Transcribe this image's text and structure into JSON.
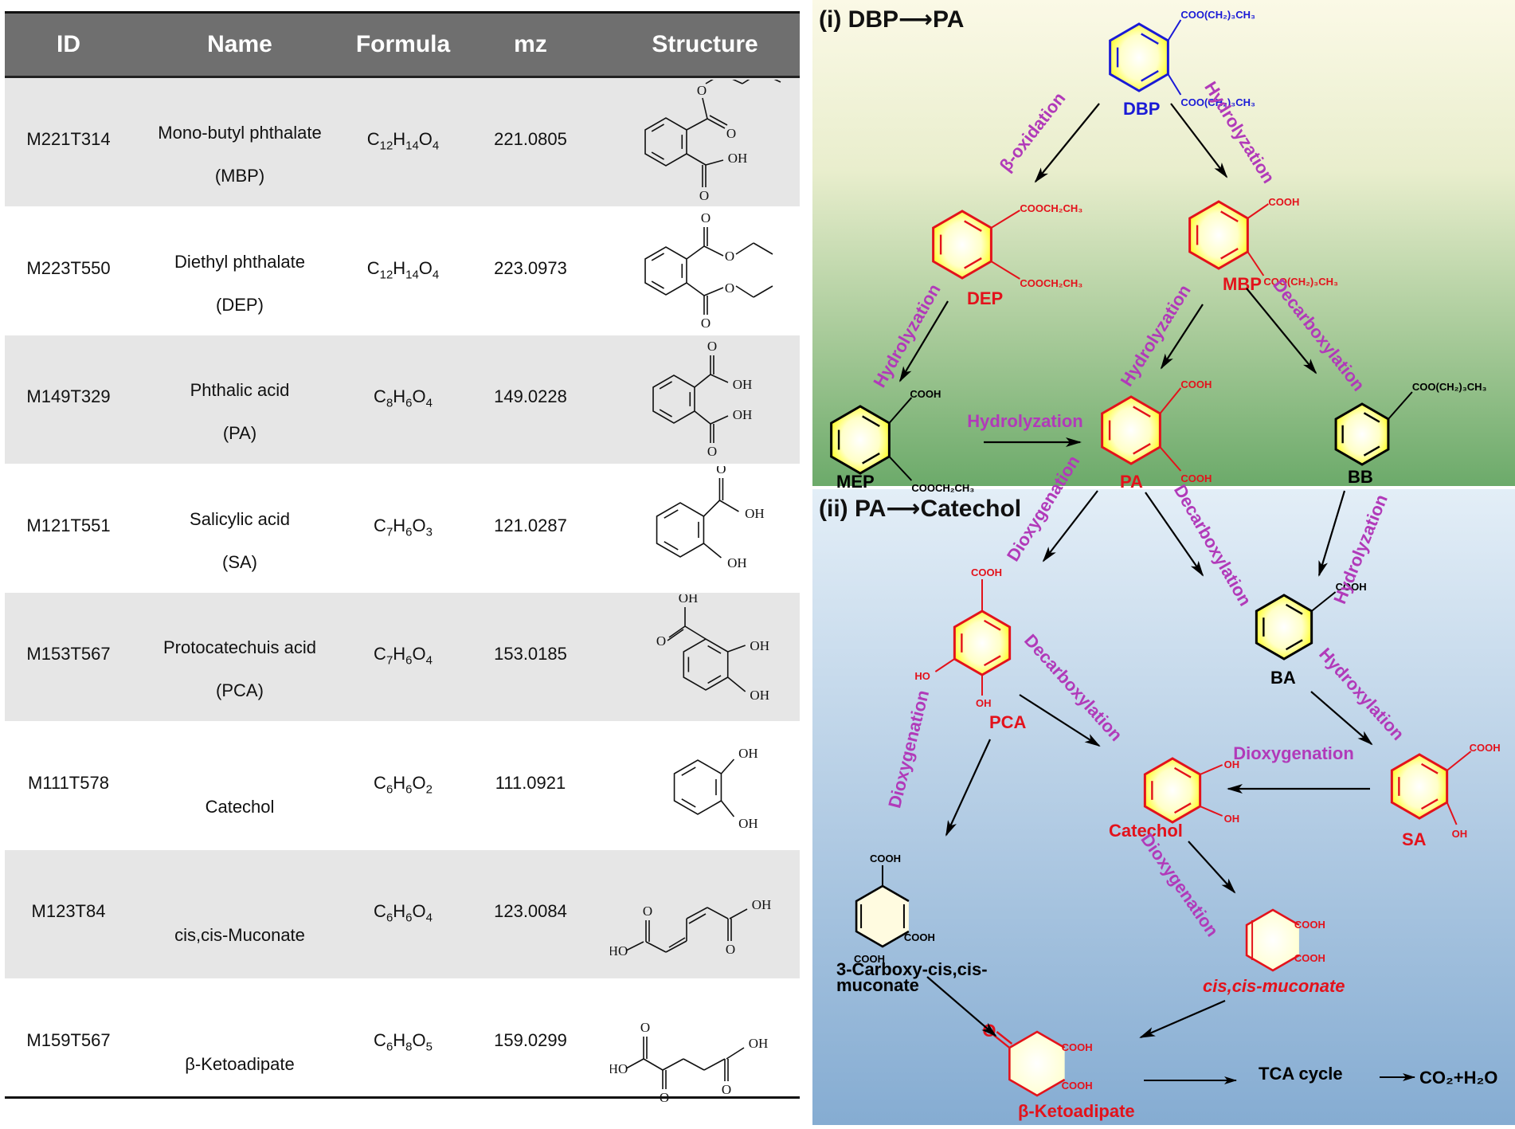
{
  "table": {
    "headers": [
      "ID",
      "Name",
      "Formula",
      "mz",
      "Structure"
    ],
    "rows": [
      {
        "id": "M221T314",
        "name": "Mono-butyl phthalate",
        "abbr": "(MBP)",
        "f_parts": [
          [
            "C",
            "12"
          ],
          [
            "H",
            "14"
          ],
          [
            "O",
            "4"
          ]
        ],
        "mz": "221.0805"
      },
      {
        "id": "M223T550",
        "name": "Diethyl phthalate",
        "abbr": "(DEP)",
        "f_parts": [
          [
            "C",
            "12"
          ],
          [
            "H",
            "14"
          ],
          [
            "O",
            "4"
          ]
        ],
        "mz": "223.0973"
      },
      {
        "id": "M149T329",
        "name": "Phthalic acid",
        "abbr": "(PA)",
        "f_parts": [
          [
            "C",
            "8"
          ],
          [
            "H",
            "6"
          ],
          [
            "O",
            "4"
          ]
        ],
        "mz": "149.0228"
      },
      {
        "id": "M121T551",
        "name": "Salicylic acid",
        "abbr": "(SA)",
        "f_parts": [
          [
            "C",
            "7"
          ],
          [
            "H",
            "6"
          ],
          [
            "O",
            "3"
          ]
        ],
        "mz": "121.0287"
      },
      {
        "id": "M153T567",
        "name": "Protocatechuis acid",
        "abbr": "(PCA)",
        "f_parts": [
          [
            "C",
            "7"
          ],
          [
            "H",
            "6"
          ],
          [
            "O",
            "4"
          ]
        ],
        "mz": "153.0185"
      },
      {
        "id": "M111T578",
        "name": "Catechol",
        "abbr": "",
        "f_parts": [
          [
            "C",
            "6"
          ],
          [
            "H",
            "6"
          ],
          [
            "O",
            "2"
          ]
        ],
        "mz": "111.0921"
      },
      {
        "id": "M123T84",
        "name": "cis,cis-Muconate",
        "abbr": "",
        "f_parts": [
          [
            "C",
            "6"
          ],
          [
            "H",
            "6"
          ],
          [
            "O",
            "4"
          ]
        ],
        "mz": "123.0084"
      },
      {
        "id": "M159T567",
        "name": "β-Ketoadipate",
        "abbr": "",
        "f_parts": [
          [
            "C",
            "6"
          ],
          [
            "H",
            "8"
          ],
          [
            "O",
            "5"
          ]
        ],
        "mz": "159.0299"
      }
    ]
  },
  "structure_labels": {
    "oh": "OH",
    "ho": "HO",
    "o": "O"
  },
  "pathway": {
    "section1": "(i) DBP⟶PA",
    "section2": "(ii) PA⟶Catechol",
    "compounds": {
      "dbp": "DBP",
      "dep": "DEP",
      "mbp": "MBP",
      "mep": "MEP",
      "pa": "PA",
      "bb": "BB",
      "pca": "PCA",
      "ba": "BA",
      "catechol": "Catechol",
      "sa": "SA",
      "carboxy_muconate_1": "3-Carboxy-cis,cis-",
      "carboxy_muconate_2": "muconate",
      "muconate": "cis,cis-muconate",
      "ketoadipate": "β-Ketoadipate",
      "tca": "TCA cycle",
      "co2": "CO₂+H₂O"
    },
    "substituents": {
      "dbp_top": "COO(CH₂)₃CH₃",
      "dbp_bottom": "COO(CH₂)₃CH₃",
      "dep_top": "COOCH₂CH₃",
      "dep_bottom": "COOCH₂CH₃",
      "mbp_top": "COOH",
      "mbp_bottom": "COO(CH₂)₃CH₃",
      "mep_top": "COOH",
      "mep_bottom": "COOCH₂CH₃",
      "pa_top": "COOH",
      "pa_bottom": "COOH",
      "bb_sub": "COO(CH₂)₃CH₃",
      "pca_cooh": "COOH",
      "pca_ho": "HO",
      "pca_oh": "OH",
      "ba_cooh": "COOH",
      "catechol_oh1": "OH",
      "catechol_oh2": "OH",
      "sa_cooh": "COOH",
      "sa_oh": "OH",
      "cm_top": "COOH",
      "cm_mid": "COOH",
      "cm_bottom": "COOH",
      "mu_top": "COOH",
      "mu_bottom": "COOH",
      "ka_top": "COOH",
      "ka_bottom": "COOH"
    },
    "processes": {
      "b_oxidation": "β-oxidation",
      "hydrolyzation": "Hydrolyzation",
      "decarboxylation": "Decarboxylation",
      "dioxygenation": "Dioxygenation",
      "hydroxylation": "Hydroxylation"
    },
    "colors": {
      "red": "#e3121b",
      "blue": "#1a1ad6",
      "purple": "#b13ab9",
      "ring_fill": "#ffff00",
      "panel1_top": "#fbf9e6",
      "panel1_bottom": "#6caa6a",
      "panel2_top": "#e1edf6",
      "panel2_bottom": "#86aed3"
    }
  }
}
